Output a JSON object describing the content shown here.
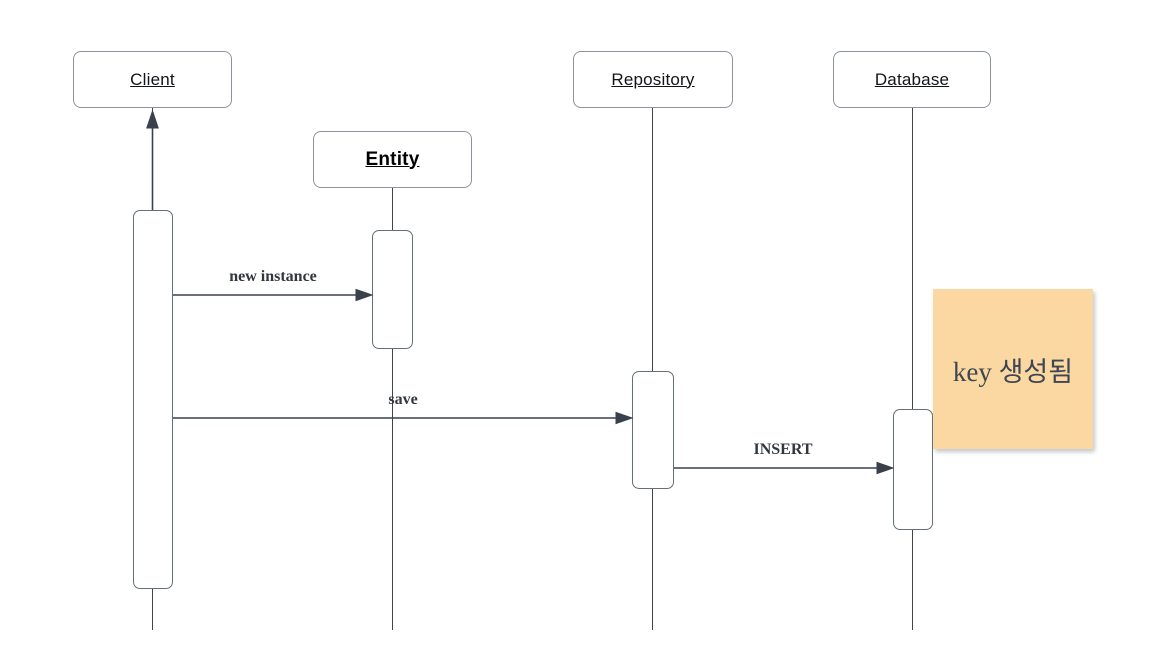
{
  "diagram": {
    "type": "uml-sequence",
    "actors": [
      {
        "id": "client",
        "label": "Client"
      },
      {
        "id": "entity",
        "label": "Entity"
      },
      {
        "id": "repository",
        "label": "Repository"
      },
      {
        "id": "database",
        "label": "Database"
      }
    ],
    "messages": [
      {
        "label": "new instance",
        "from": "Client",
        "to": "Entity"
      },
      {
        "label": "save",
        "from": "Client",
        "to": "Repository"
      },
      {
        "label": "INSERT",
        "from": "Repository",
        "to": "Database"
      }
    ],
    "return_arrow": {
      "from": "Client activation",
      "to": "Client"
    },
    "note": {
      "text": "key 생성됨",
      "attached_near": "Database"
    },
    "colors": {
      "note_fill": "#fbd8a2",
      "note_text": "#3e4651",
      "line_stroke": "#3a414c",
      "box_border": "#8c939b",
      "activation_border": "#666e76",
      "background": "#ffffff"
    }
  }
}
